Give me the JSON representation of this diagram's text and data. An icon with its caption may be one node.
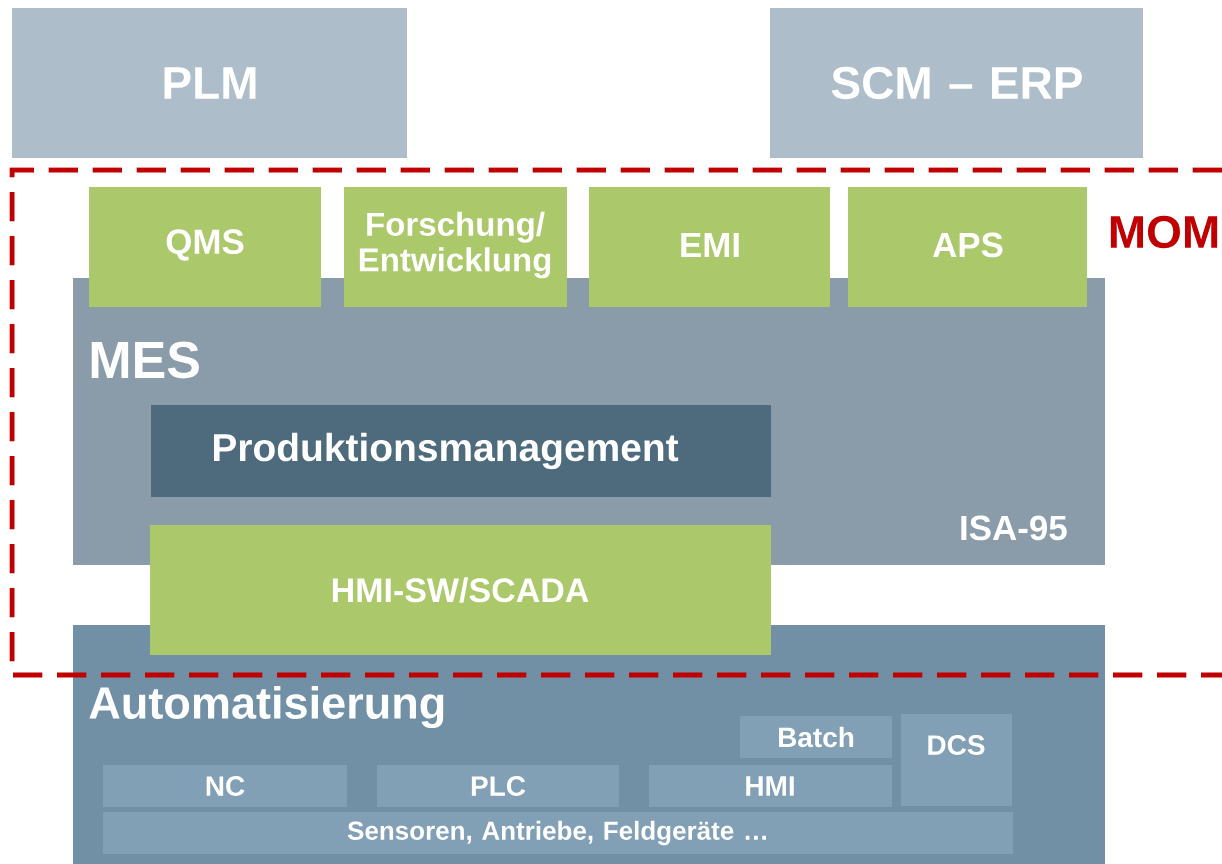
{
  "diagram": {
    "nodes": [
      {
        "text": [
          "PLM"
        ]
      },
      {
        "text": [
          "SCM – ERP"
        ]
      },
      {
        "text": [
          "MOM"
        ]
      },
      {
        "text": [
          "QMS"
        ],
        "in": 2
      },
      {
        "text": [
          "Forschung/ Entwicklung"
        ],
        "in": 2
      },
      {
        "text": [
          "EMI"
        ],
        "in": 2
      },
      {
        "text": [
          "APS"
        ],
        "in": 2
      },
      {
        "text": [
          "MES",
          "ISA-95"
        ],
        "in": 2
      },
      {
        "text": [
          "Produktionsmanagement"
        ],
        "in": 7
      },
      {
        "text": [
          "HMI-SW/SCADA"
        ],
        "in": 2
      },
      {
        "text": [
          "Automatisierung"
        ]
      },
      {
        "text": [
          "Batch"
        ],
        "in": 10
      },
      {
        "text": [
          "DCS"
        ],
        "in": 10
      },
      {
        "text": [
          "NC"
        ],
        "in": 10
      },
      {
        "text": [
          "PLC"
        ],
        "in": 10
      },
      {
        "text": [
          "HMI"
        ],
        "in": 10
      },
      {
        "text": [
          "Sensoren, Antriebe, Feldgeräte …"
        ],
        "in": 10
      }
    ]
  }
}
